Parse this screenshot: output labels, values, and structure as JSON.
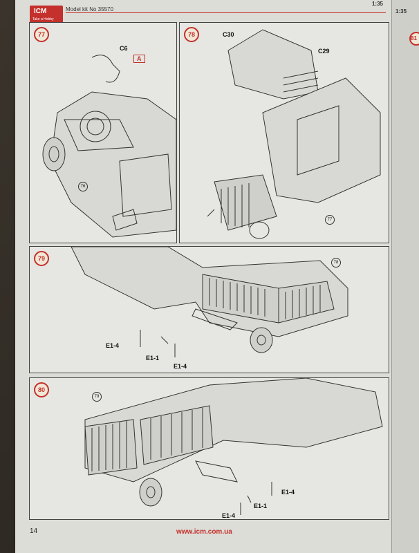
{
  "header": {
    "brand": "ICM",
    "tagline": "Take a Hobby",
    "model": "Model kit No 35570",
    "scale": "1:35"
  },
  "steps": [
    {
      "number": "77",
      "labels": {
        "c6": "C6",
        "a": "A"
      },
      "ref": "76"
    },
    {
      "number": "78",
      "labels": {
        "c30": "C30",
        "c29": "C29"
      },
      "ref": "77"
    },
    {
      "number": "79",
      "labels": {
        "e14a": "E1-4",
        "e11": "E1-1",
        "e14b": "E1-4"
      },
      "ref": "78"
    },
    {
      "number": "80",
      "labels": {
        "e14a": "E1-4",
        "e11": "E1-1",
        "e14b": "E1-4"
      },
      "ref": "79"
    }
  ],
  "footer": {
    "page_number": "14",
    "url": "www.icm.com.ua"
  },
  "next_page": {
    "scale": "1:35",
    "step": "81"
  }
}
